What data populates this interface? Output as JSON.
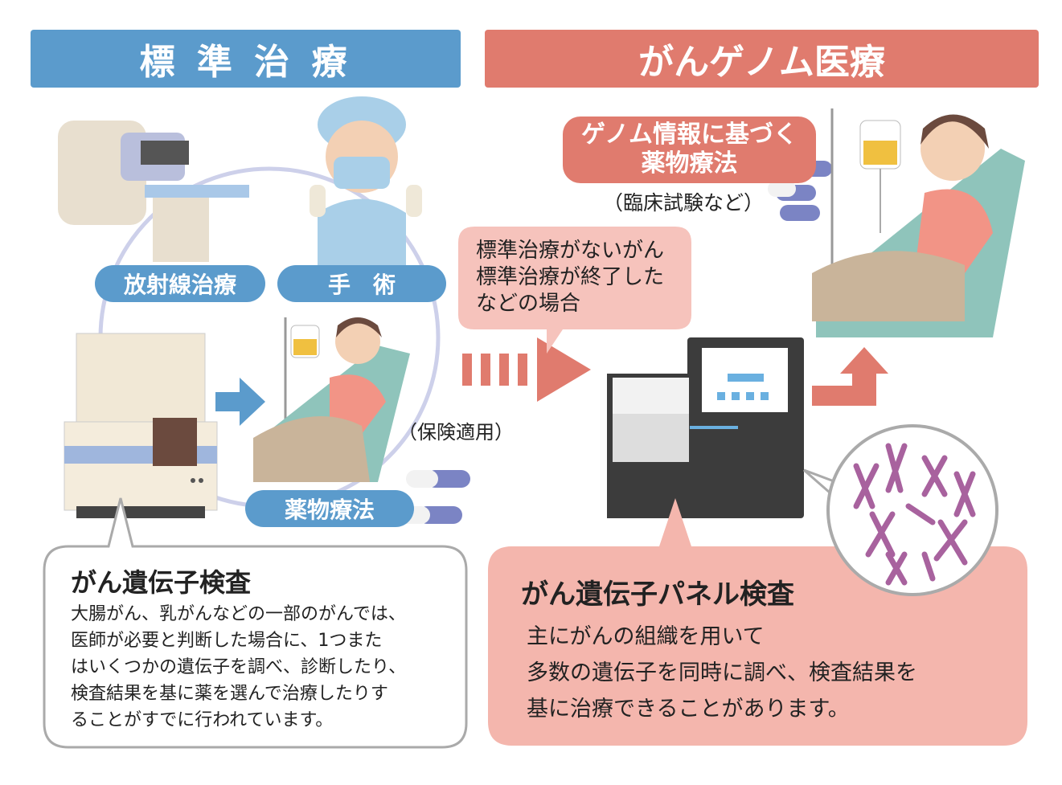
{
  "headers": {
    "standard": "標 準 治 療",
    "genome": "がんゲノム医療"
  },
  "standard_treatments": {
    "radiation": "放射線治療",
    "surgery": "手　術",
    "drug": "薬物療法",
    "insurance_note": "（保険適用）"
  },
  "genome_treatment": {
    "title_line1": "ゲノム情報に基づく",
    "title_line2": "薬物療法",
    "note": "（臨床試験など）"
  },
  "condition_balloon": {
    "lines": "標準治療がないがん\n標準治療が終了した\nなどの場合"
  },
  "gene_test": {
    "title": "がん遺伝子検査",
    "body": "大腸がん、乳がんなどの一部のがんでは、\n医師が必要と判断した場合に、1つまた\nはいくつかの遺伝子を調べ、診断したり、\n検査結果を基に薬を選んで治療したりす\nることがすでに行われています。"
  },
  "panel_test": {
    "title": "がん遺伝子パネル検査",
    "body": "主にがんの組織を用いて\n多数の遺伝子を同時に調べ、検査結果を\n基に治療できることがあります。"
  },
  "colors": {
    "blue": "#5b9bcc",
    "salmon": "#e07b6e",
    "pink": "#f6c3bc",
    "panel": "#f4b6ad",
    "chromosome": "#a8629e"
  }
}
